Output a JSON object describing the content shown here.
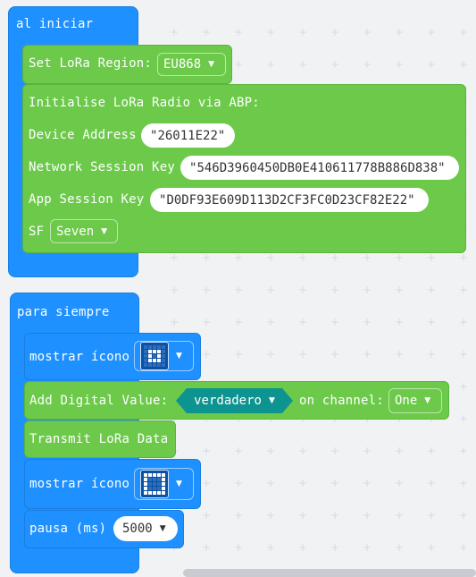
{
  "on_start": {
    "hat_label": "al iniciar",
    "set_region_label": "Set LoRa Region:",
    "region_value": "EU868",
    "init_label": "Initialise LoRa Radio via ABP:",
    "device_address_label": "Device Address",
    "device_address_value": "26011E22",
    "network_session_key_label": "Network Session Key",
    "network_session_key_value": "546D3960450DB0E410611778B886D838",
    "app_session_key_label": "App Session Key",
    "app_session_key_value": "D0DF93E609D113D2CF3FC0D23CF82E22",
    "sf_label": "SF",
    "sf_value": "Seven"
  },
  "forever": {
    "hat_label": "para siempre",
    "show_icon_label": "mostrar ícono",
    "add_digital_label": "Add Digital Value:",
    "bool_value": "verdadero",
    "on_channel_label": "on channel:",
    "channel_value": "One",
    "transmit_label": "Transmit LoRa Data",
    "show_icon_label_2": "mostrar ícono",
    "pause_label": "pausa (ms)",
    "pause_value": "5000"
  },
  "icons": {
    "icon1": [
      0,
      0,
      0,
      0,
      0,
      0,
      1,
      1,
      1,
      0,
      0,
      1,
      0,
      1,
      0,
      0,
      1,
      1,
      1,
      0,
      0,
      0,
      0,
      0,
      0
    ],
    "icon2": [
      1,
      1,
      1,
      1,
      1,
      1,
      0,
      0,
      0,
      1,
      1,
      0,
      0,
      0,
      1,
      1,
      0,
      0,
      0,
      1,
      1,
      1,
      1,
      1,
      1
    ]
  },
  "colors": {
    "loops_blue": "#1e90ff",
    "lora_green": "#6cc94a",
    "logic_teal": "#0e9490",
    "workspace": "#f0f2f4"
  }
}
